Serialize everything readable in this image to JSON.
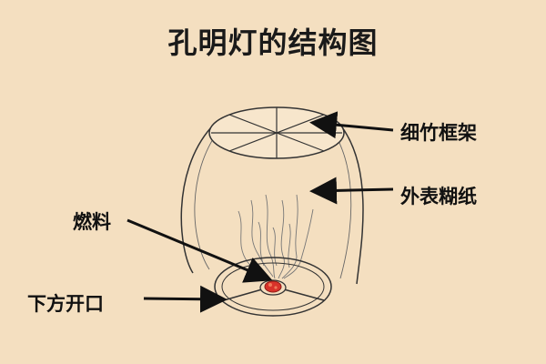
{
  "title": "孔明灯的结构图",
  "labels": {
    "frame": "细竹框架",
    "paper": "外表糊纸",
    "fuel": "燃料",
    "opening": "下方开口"
  }
}
